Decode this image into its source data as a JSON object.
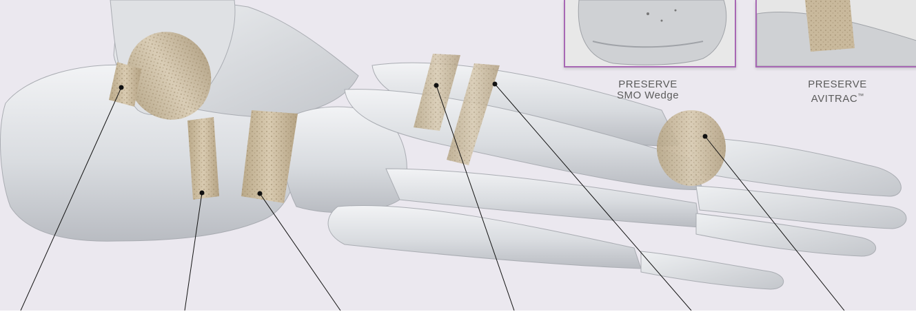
{
  "insets": [
    {
      "line1": "PRESERVE",
      "line2": "SMO Wedge",
      "trademark": ""
    },
    {
      "line1": "PRESERVE",
      "line2": "AVITRAC",
      "trademark": "™"
    }
  ],
  "colors": {
    "background": "#ebe8ef",
    "bone": "#e2e4e7",
    "bone_shadow": "#b8bbc0",
    "graft": "#c9b99c",
    "inset_border": "#a767b4",
    "caption": "#5b5b5b",
    "leader_line": "#111111"
  }
}
